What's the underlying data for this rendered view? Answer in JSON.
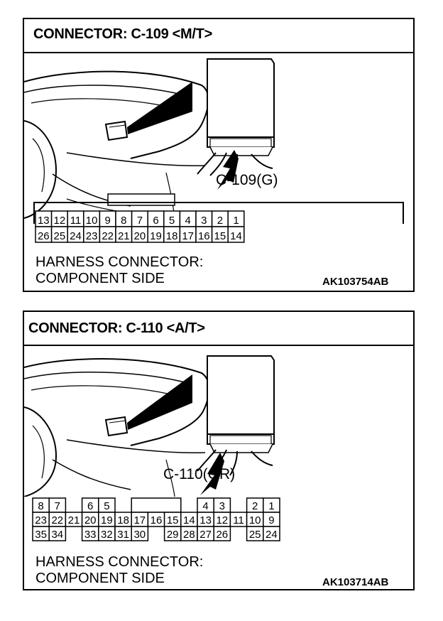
{
  "panels": [
    {
      "title": "CONNECTOR: C-109 <M/T>",
      "callout": "C-109(G)",
      "harness_line1": "HARNESS CONNECTOR:",
      "harness_line2": "COMPONENT SIDE",
      "code": "AK103754AB",
      "pins": {
        "row1": [
          "13",
          "12",
          "11",
          "10",
          "9",
          "8",
          "7",
          "6",
          "5",
          "4",
          "3",
          "2",
          "1"
        ],
        "row2": [
          "26",
          "25",
          "24",
          "23",
          "22",
          "21",
          "20",
          "19",
          "18",
          "17",
          "16",
          "15",
          "14"
        ]
      }
    },
    {
      "title": "CONNECTOR: C-110 <A/T>",
      "callout": "C-110(GR)",
      "harness_line1": "HARNESS CONNECTOR:",
      "harness_line2": "COMPONENT SIDE",
      "code": "AK103714AB",
      "pins": {
        "row1": [
          "8",
          "7",
          "",
          "6",
          "5",
          "",
          "",
          "",
          "",
          "4",
          "3",
          "",
          "2",
          "1"
        ],
        "row2": [
          "23",
          "22",
          "21",
          "20",
          "19",
          "18",
          "17",
          "16",
          "15",
          "14",
          "13",
          "12",
          "11",
          "10",
          "9"
        ],
        "row3": [
          "35",
          "34",
          "",
          "33",
          "32",
          "31",
          "30",
          "",
          "29",
          "28",
          "27",
          "26",
          "",
          "25",
          "24"
        ]
      }
    }
  ]
}
